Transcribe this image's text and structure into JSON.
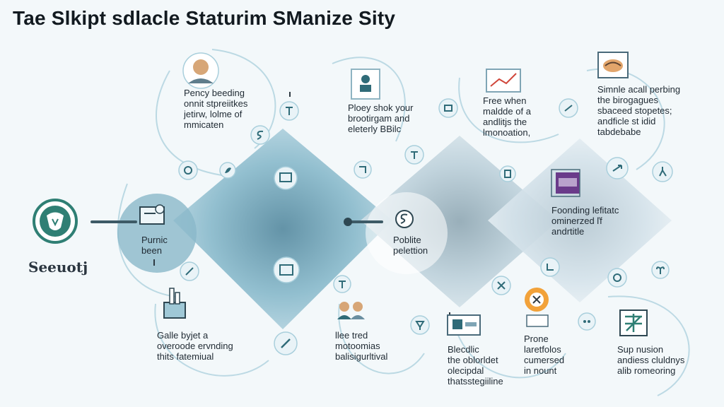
{
  "title": "Tae Slkipt sdlacle Staturim SManize Sity",
  "logo": {
    "label": "Seeuotj"
  },
  "colors": {
    "accent": "#2f7f74",
    "diamond_dark": "#6da4bb",
    "diamond_light": "#c9dde6",
    "ring": "#a9cfdc",
    "line": "#3d5a66"
  },
  "hubs": [
    {
      "icon": "monitor-hub-icon",
      "lines": [
        "Purnic",
        "been"
      ]
    },
    {
      "icon": "dollar-hub-icon",
      "lines": [
        "Poblite",
        "pelettion"
      ]
    },
    {
      "icon": "purple-book-icon",
      "lines": [
        "Foonding lefitatc",
        "ominerzed ľf",
        "andrtitle"
      ]
    }
  ],
  "callouts": [
    {
      "icon": "person-avatar-icon",
      "lines": [
        "Pency beeding",
        "onnit stpreiitkes",
        "jetirw, lolme of",
        "mmicaten"
      ]
    },
    {
      "icon": "id-card-icon",
      "lines": [
        "Ploey shok your",
        "brootirgam and",
        "eleterly BBilc"
      ]
    },
    {
      "icon": "chart-screen-icon",
      "lines": [
        "Free when",
        "maldde of a",
        "andlitjs the",
        "lmonoation,"
      ]
    },
    {
      "icon": "map-frame-icon",
      "lines": [
        "Simnle acall perbing",
        "the birogagues",
        "sbaceed stopetes;",
        "andficle st idid",
        "tabdebabe"
      ]
    },
    {
      "icon": "lab-beaker-icon",
      "lines": [
        "Galle byjet a",
        "overoode ervnding",
        "thits fatemiual"
      ]
    },
    {
      "icon": "two-people-icon",
      "lines": [
        "llee tred",
        "motoomias",
        "balisigurltival"
      ]
    },
    {
      "icon": "device-panel-icon",
      "lines": [
        "Blecdlic",
        "the oblorldet",
        "olecipdal",
        "thatsstegiiline"
      ]
    },
    {
      "icon": "gear-warning-icon",
      "lines": [
        "Prone",
        "laretfolos",
        "cumersed",
        "in nount"
      ]
    },
    {
      "icon": "grid-board-icon",
      "lines": [
        "Sup nusion",
        "andiess cluldnys",
        "alib romeoring"
      ]
    }
  ]
}
